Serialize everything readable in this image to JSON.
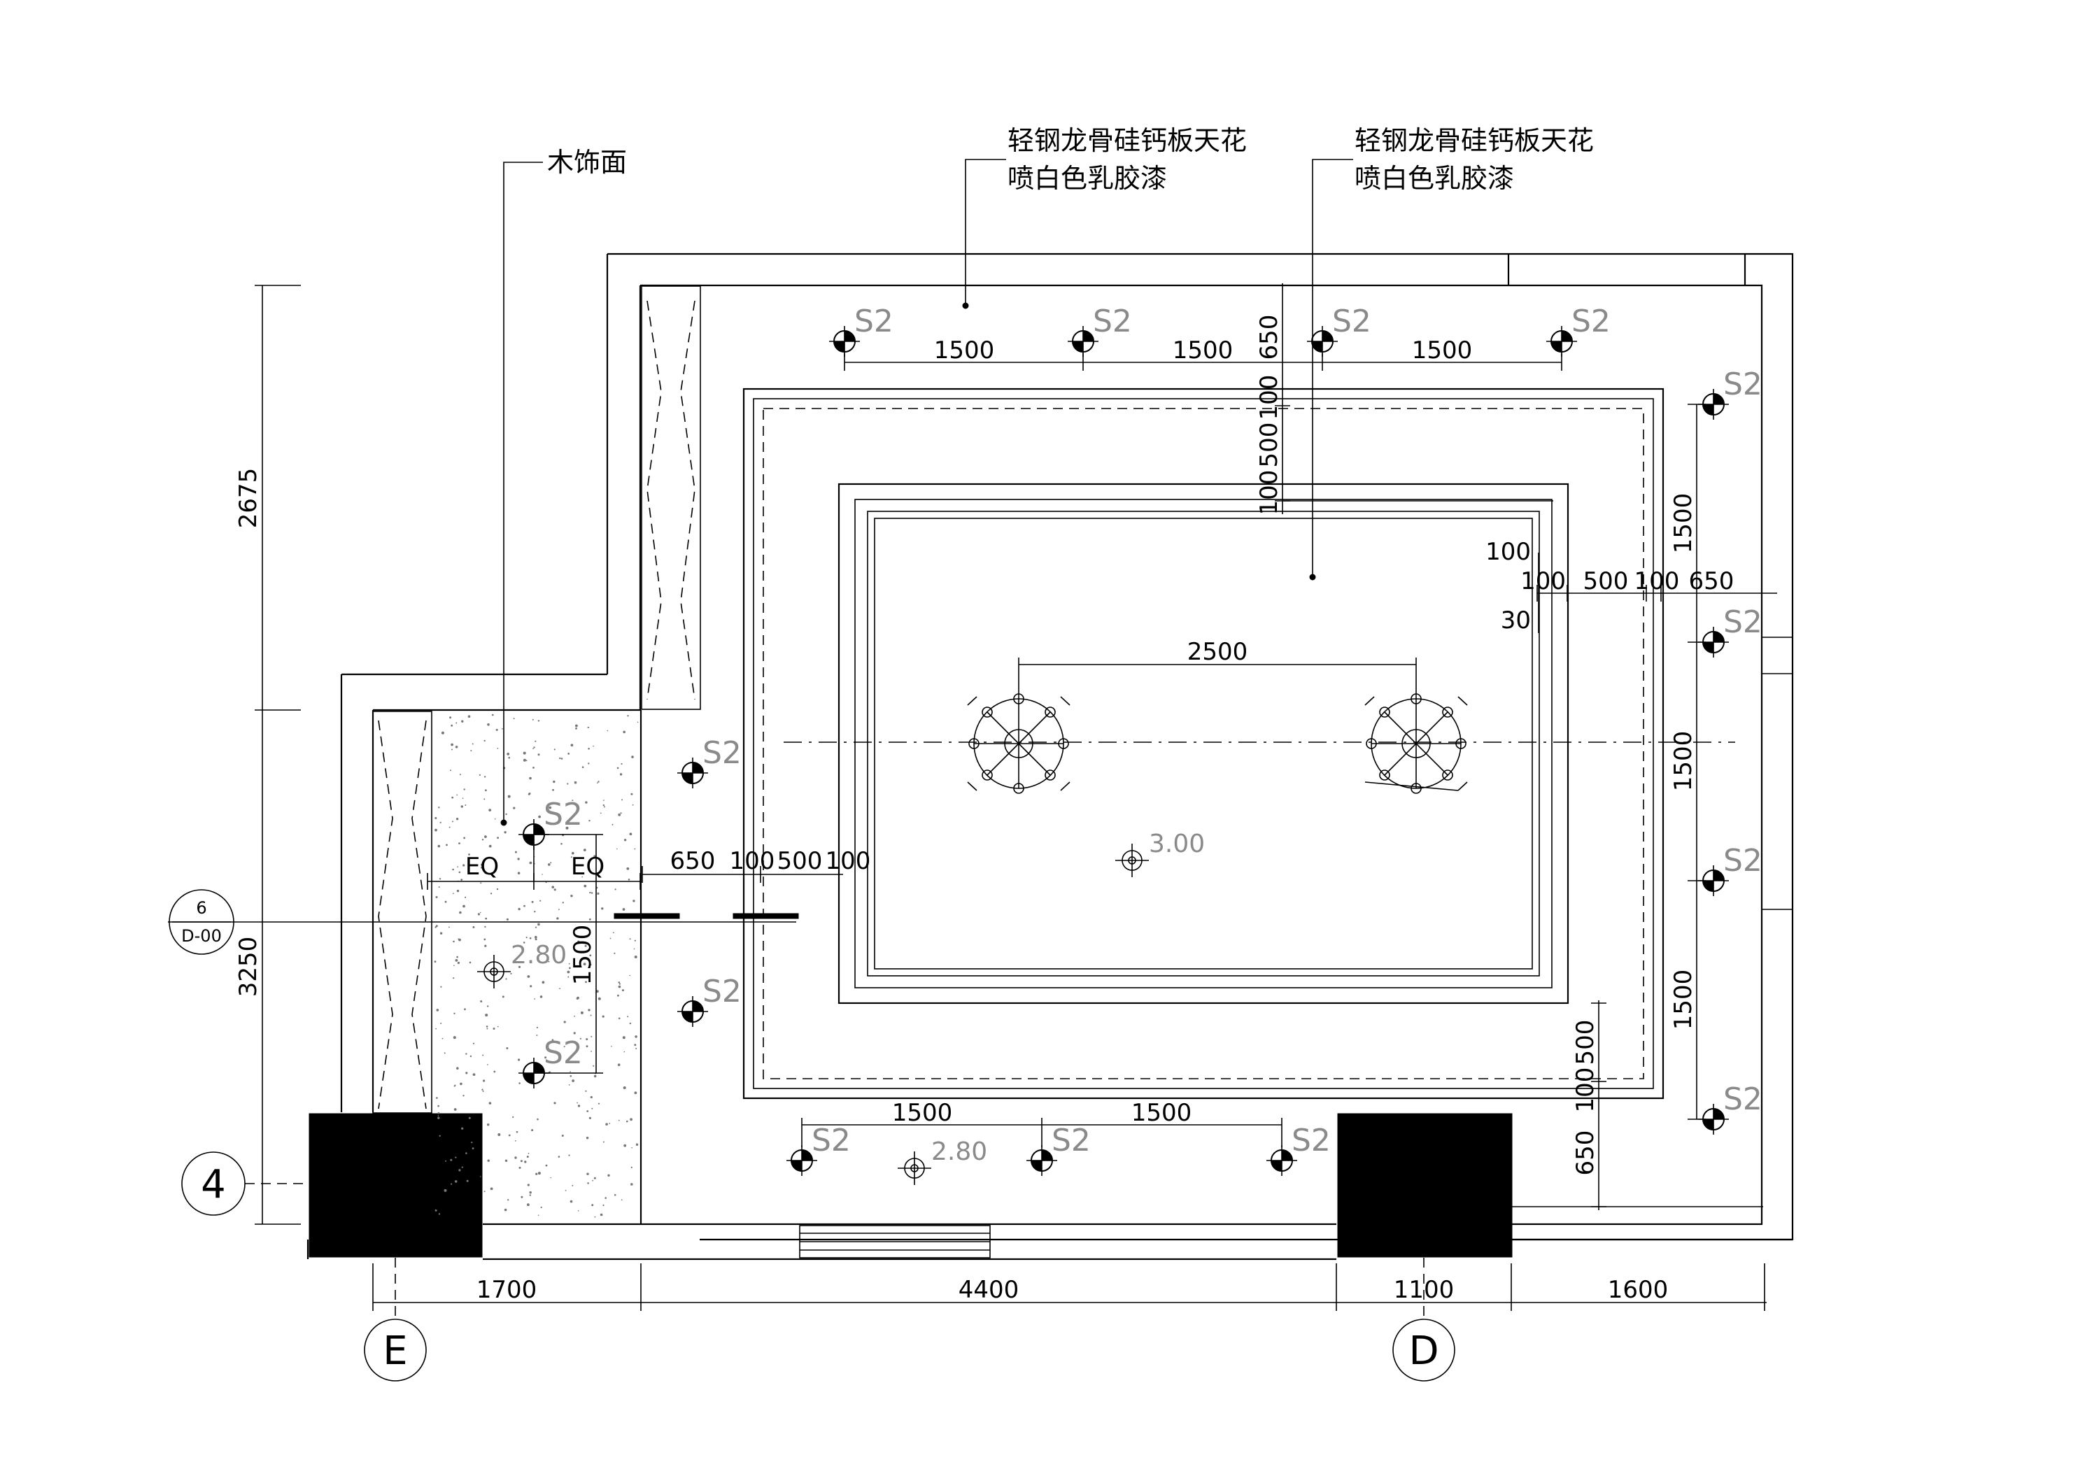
{
  "annotations": {
    "wood_finish": "木饰面",
    "ceiling_note_1_line1": "轻钢龙骨硅钙板天花",
    "ceiling_note_1_line2": "喷白色乳胶漆",
    "ceiling_note_2_line1": "轻钢龙骨硅钙板天花",
    "ceiling_note_2_line2": "喷白色乳胶漆"
  },
  "fixture_tag": "S2",
  "levels": {
    "main": "3.00",
    "left": "2.80",
    "bottom": "2.80"
  },
  "dimensions": {
    "top_spacing": [
      "1500",
      "1500",
      "1500"
    ],
    "bottom_spacing": [
      "1500",
      "1500"
    ],
    "right_spacing": [
      "1500",
      "1500",
      "1500"
    ],
    "top_offsets": [
      "650",
      "100",
      "500",
      "100"
    ],
    "right_offsets": [
      "100",
      "100",
      "500",
      "100",
      "650"
    ],
    "corner_30": "30",
    "chandelier_spacing": "2500",
    "left_offsets": [
      "650",
      "100",
      "500",
      "100"
    ],
    "eq": "EQ",
    "left_vertical": "1500",
    "bottom_right_offsets": [
      "650",
      "100",
      "500"
    ],
    "overall_left": [
      "2675",
      "3250"
    ],
    "overall_bottom": [
      "1700",
      "4400",
      "1100",
      "1600"
    ]
  },
  "section_tag": {
    "number": "6",
    "sheet": "D-00"
  },
  "grid_axes": {
    "row": "4",
    "col_left": "E",
    "col_right": "D"
  }
}
